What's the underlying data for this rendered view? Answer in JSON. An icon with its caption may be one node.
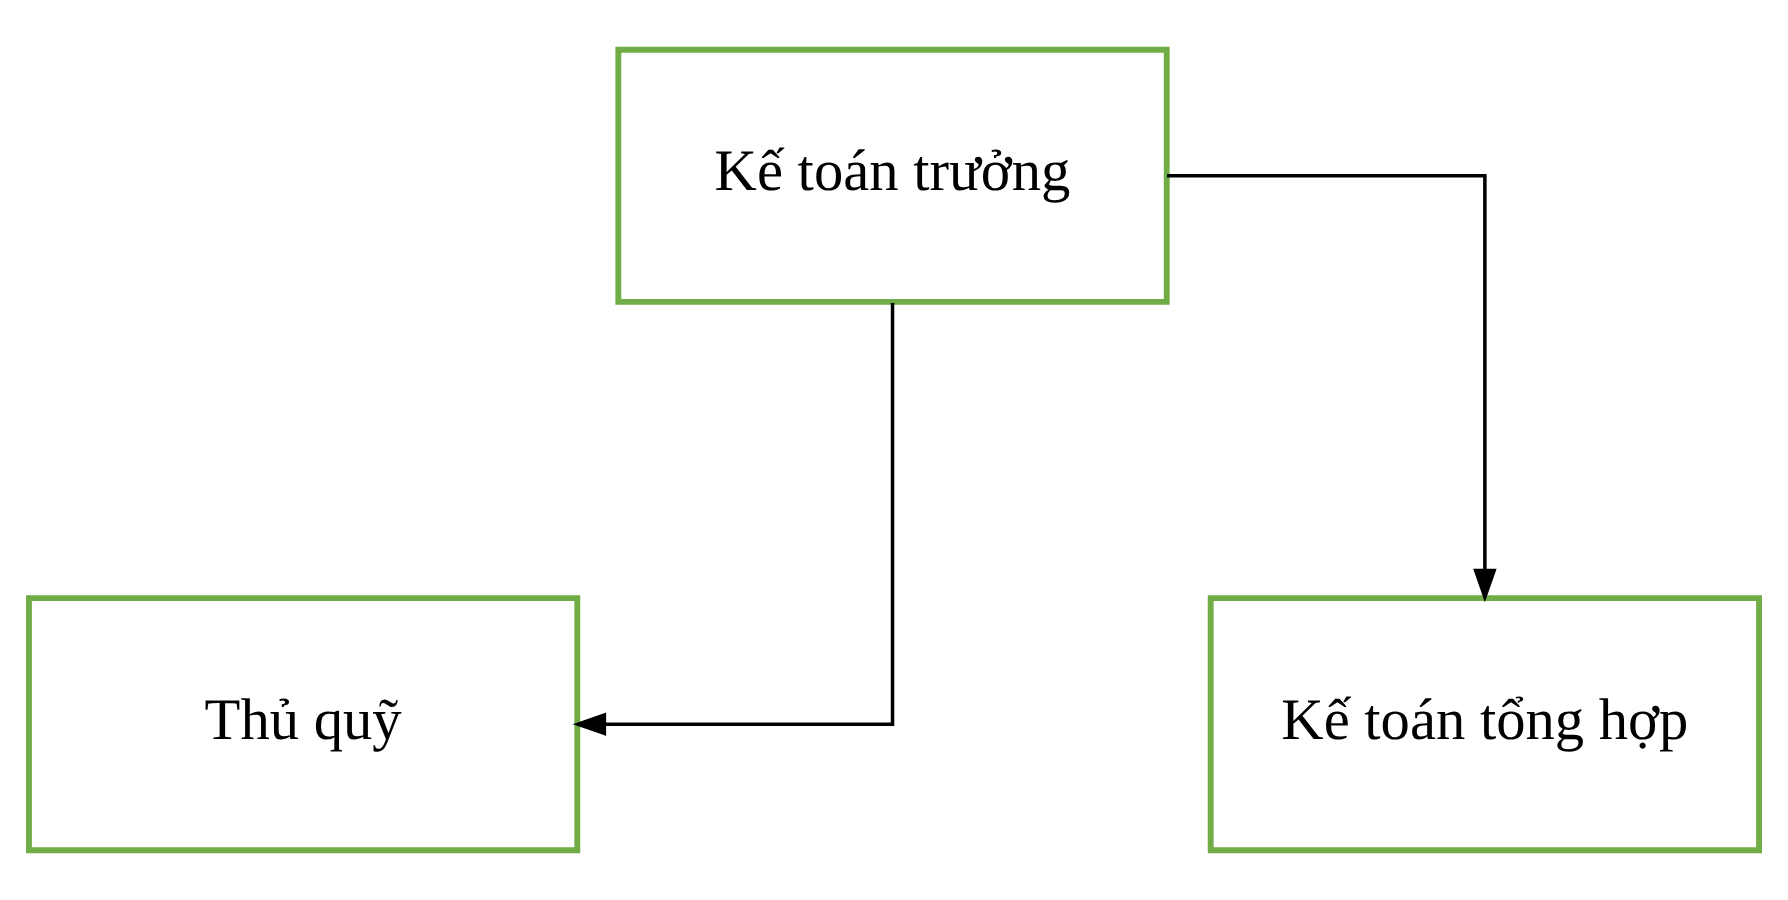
{
  "diagram": {
    "nodes": [
      {
        "text": [
          "Kế toán trưởng"
        ]
      },
      {
        "text": [
          "Thủ quỹ"
        ]
      },
      {
        "text": [
          "Kế toán tổng hợp"
        ]
      }
    ],
    "edges": [
      {
        "from": 0,
        "to": 1,
        "arrow": "to"
      },
      {
        "from": 0,
        "to": 2,
        "arrow": "to"
      }
    ]
  }
}
